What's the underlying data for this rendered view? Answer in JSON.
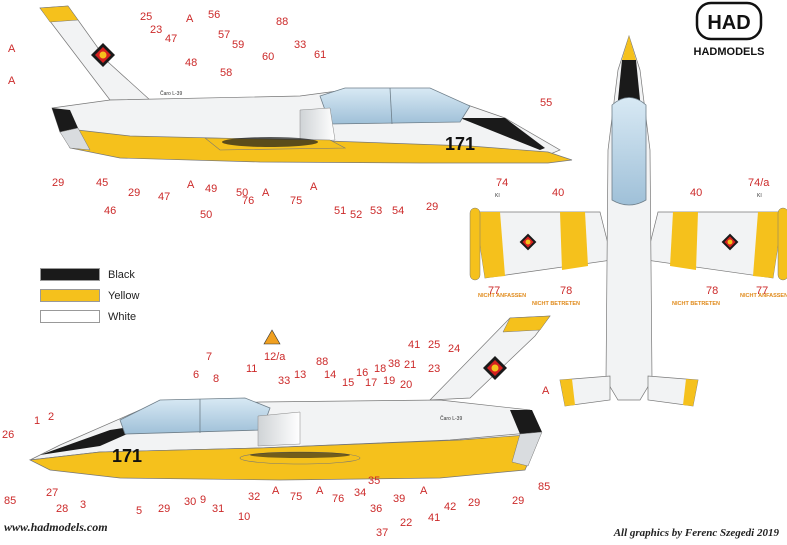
{
  "logo": {
    "mark": "HAD",
    "name": "HADMODELS"
  },
  "footer": {
    "website": "www.hadmodels.com",
    "credit": "All graphics by Ferenc Szegedi 2019"
  },
  "legend": [
    {
      "label": "Black",
      "color": "#1a1a1a"
    },
    {
      "label": "Yellow",
      "color": "#f5c11c"
    },
    {
      "label": "White",
      "color": "#ffffff"
    }
  ],
  "colors": {
    "callout": "#cc2a2a",
    "yellow": "#f5c11c",
    "canopy": "#b9d3e6",
    "grey": "#dfe2e4",
    "note": "#e08a1a"
  },
  "aircraft": {
    "code": "171",
    "type_stencil": "Čaro L-39",
    "tail_marking_icon": "gdr-roundel-icon",
    "wing_notes": {
      "no_touch": "NICHT ANFASSEN",
      "no_step": "NICHT BETRETEN"
    },
    "wing_stencil": "KI"
  },
  "top_view_labels": [
    "A",
    "A",
    "25",
    "23",
    "47",
    "A",
    "56",
    "57",
    "59",
    "48",
    "58",
    "60",
    "88",
    "33",
    "61",
    "55",
    "29",
    "45",
    "29",
    "47",
    "A",
    "49",
    "50",
    "76",
    "A",
    "75",
    "A",
    "51",
    "52",
    "53",
    "54",
    "29",
    "46",
    "50"
  ],
  "bottom_view_labels": [
    "7",
    "6",
    "8",
    "12/a",
    "11",
    "33",
    "13",
    "88",
    "14",
    "15",
    "16",
    "17",
    "18",
    "19",
    "38",
    "20",
    "21",
    "41",
    "25",
    "24",
    "23",
    "A",
    "2",
    "1",
    "26",
    "85",
    "27",
    "28",
    "3",
    "5",
    "29",
    "30",
    "9",
    "31",
    "32",
    "A",
    "10",
    "75",
    "A",
    "76",
    "34",
    "35",
    "36",
    "39",
    "37",
    "22",
    "A",
    "41",
    "42",
    "29",
    "29",
    "85"
  ],
  "plan_view_labels": [
    "74",
    "40",
    "74/a",
    "40",
    "78",
    "77",
    "78",
    "77"
  ]
}
